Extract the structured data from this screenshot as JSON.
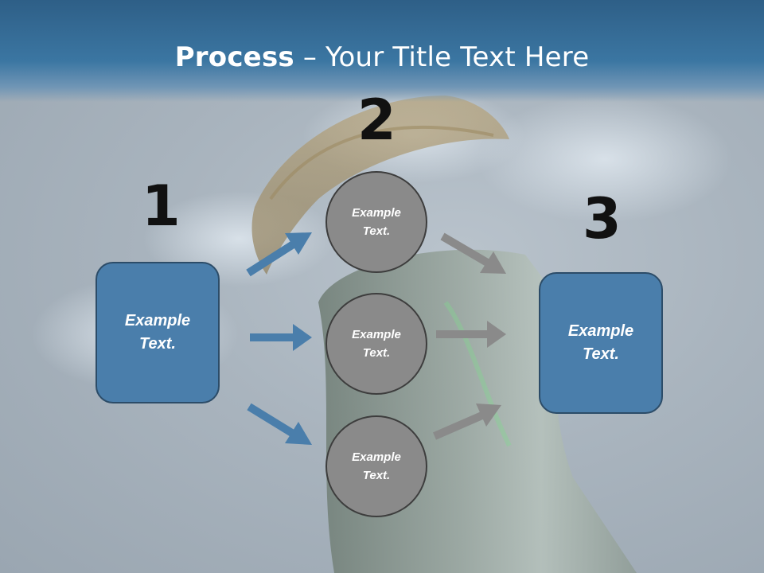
{
  "title": {
    "bold": "Process",
    "rest": " – Your Title Text Here"
  },
  "steps": [
    {
      "number": "1",
      "box_text": "Example\nText."
    },
    {
      "number": "2"
    },
    {
      "number": "3",
      "box_text": "Example\nText."
    }
  ],
  "circles": [
    {
      "text": "Example\nText."
    },
    {
      "text": "Example\nText."
    },
    {
      "text": "Example\nText."
    }
  ],
  "colors": {
    "box": "#4a7eab",
    "circle": "#8a8a8a",
    "blue_arrow": "#4a7eab",
    "gray_arrow": "#8a8a8a",
    "header": "#3b76a2"
  }
}
